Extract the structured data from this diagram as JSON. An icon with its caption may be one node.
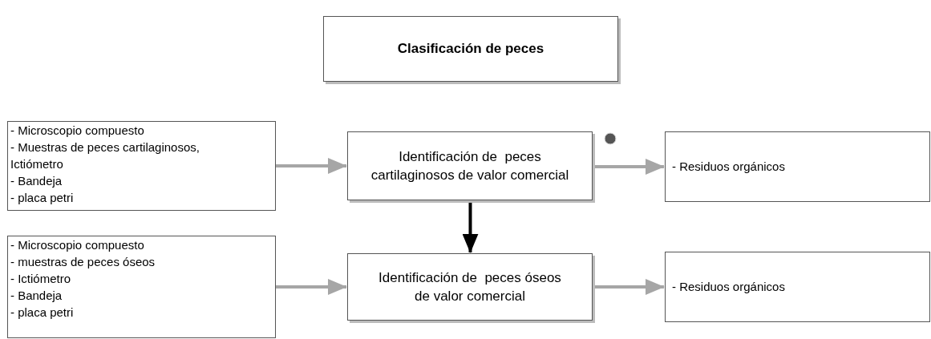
{
  "diagram": {
    "nodes": [
      {
        "text": [
          "Clasificación de peces"
        ]
      },
      {
        "text": [
          "- Microscopio compuesto",
          "- Muestras de peces cartilaginosos, Ictiómetro",
          "- Bandeja",
          "- placa petri"
        ]
      },
      {
        "text": [
          "Identificación de  peces cartilaginosos de valor comercial"
        ]
      },
      {
        "text": [
          "- Residuos orgánicos"
        ]
      },
      {
        "text": [
          "- Microscopio compuesto",
          "- muestras de peces óseos",
          "- Ictiómetro",
          "- Bandeja",
          "- placa petri"
        ]
      },
      {
        "text": [
          "Identificación de  peces óseos de valor comercial"
        ]
      },
      {
        "text": [
          "- Residuos orgánicos"
        ]
      }
    ],
    "edges": [
      {
        "from": 1,
        "to": 2,
        "arrow": "to"
      },
      {
        "from": 2,
        "to": 3,
        "arrow": "to"
      },
      {
        "from": 2,
        "to": 5,
        "arrow": "to",
        "color": "#000000"
      },
      {
        "from": 4,
        "to": 5,
        "arrow": "to"
      },
      {
        "from": 5,
        "to": 6,
        "arrow": "to"
      }
    ]
  }
}
